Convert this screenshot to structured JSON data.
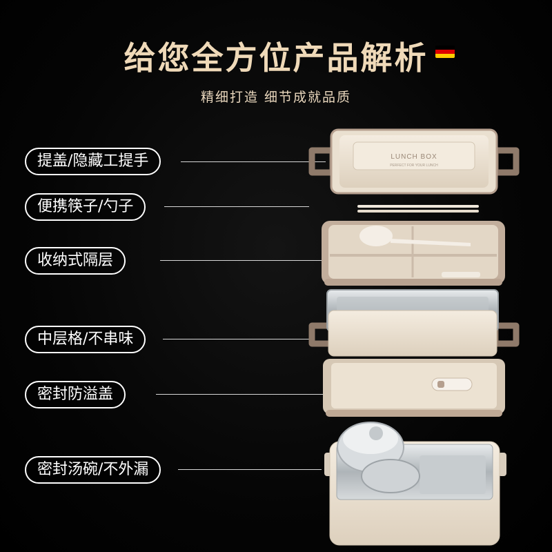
{
  "header": {
    "title": "给您全方位产品解析",
    "subtitle": "精细打造 细节成就品质",
    "flag_colors": [
      "#000000",
      "#dd0000",
      "#ffce00"
    ]
  },
  "labels": [
    "提盖/隐藏工提手",
    "便携筷子/勺子",
    "收纳式隔层",
    "中层格/不串味",
    "密封防溢盖",
    "密封汤碗/不外漏"
  ],
  "product": {
    "lid_brand": "LUNCH BOX",
    "lid_tagline": "PERFECT FOR YOUR LUNCH",
    "colors": {
      "body": "#ece2d2",
      "trim": "#b59f8e",
      "steel": "#c9cdd0"
    }
  }
}
